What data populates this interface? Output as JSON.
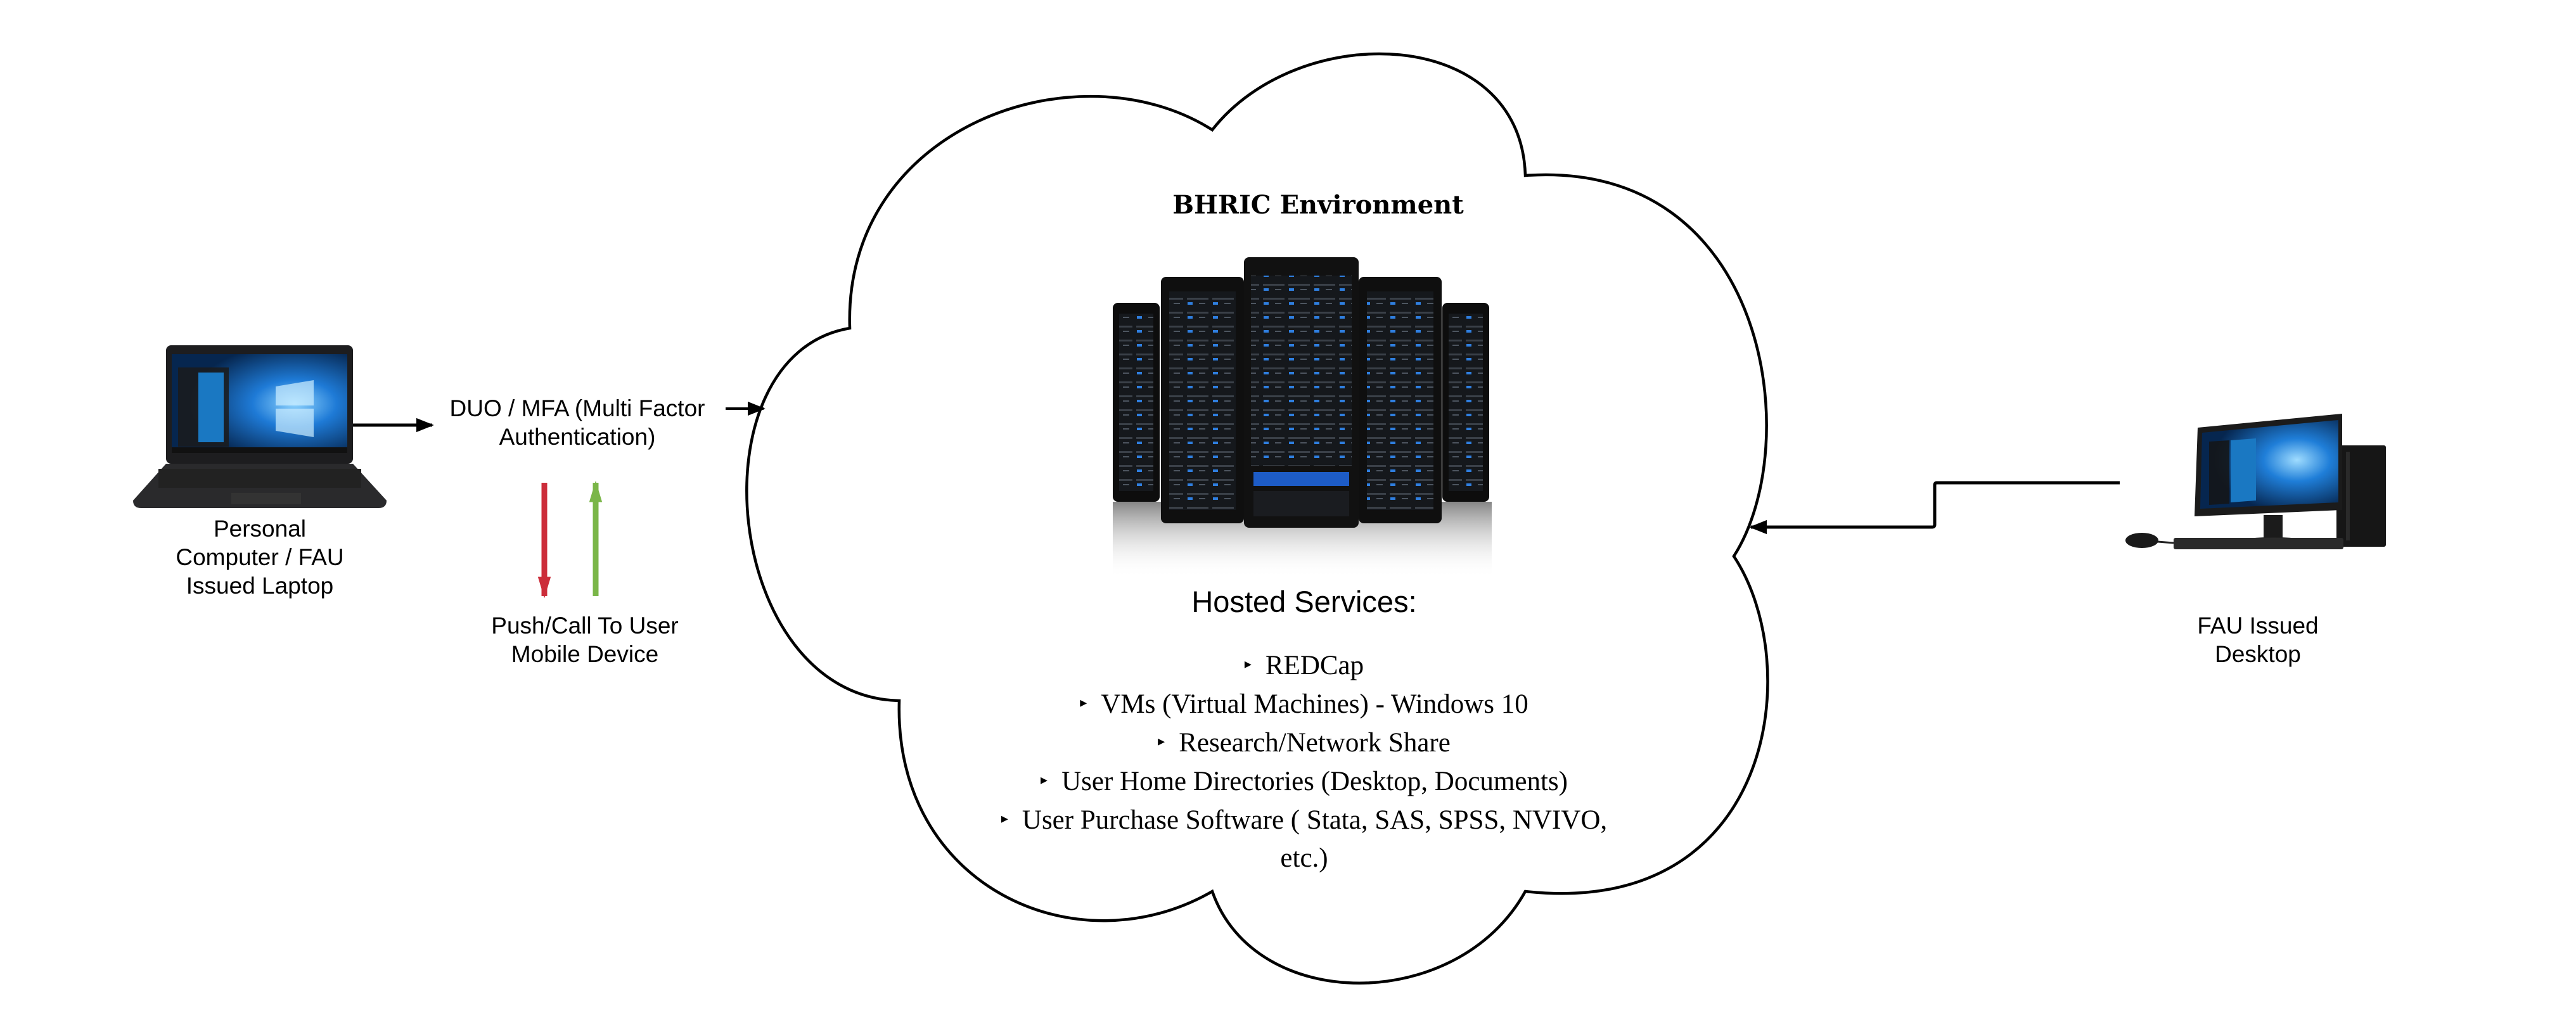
{
  "nodes": {
    "laptop": {
      "label_lines": [
        "Personal",
        "Computer / FAU",
        "Issued Laptop"
      ]
    },
    "mfa": {
      "label_lines": [
        "DUO / MFA (Multi Factor",
        "Authentication)"
      ]
    },
    "mobile": {
      "label_lines": [
        "Push/Call To User",
        "Mobile Device"
      ]
    },
    "desktop": {
      "label_lines": [
        "FAU Issued",
        "Desktop"
      ]
    }
  },
  "environment": {
    "title": "BHRIC Environment",
    "hosted_heading": "Hosted Services:",
    "services": [
      {
        "label": "REDCap"
      },
      {
        "label": "VMs (Virtual Machines) - Windows 10"
      },
      {
        "label": "Research/Network Share"
      },
      {
        "label": "User Home Directories (Desktop,  Documents)"
      },
      {
        "label": "User Purchase Software ( Stata, SAS, SPSS, NVIVO,",
        "label_cont": "etc.)"
      }
    ],
    "bullet_glyph": "▸"
  },
  "colors": {
    "push_arrow": "#cc2d3a",
    "response_arrow": "#7ab648",
    "line": "#000000"
  },
  "icons": [
    "laptop-icon",
    "server-rack-icon",
    "desktop-computer-icon",
    "cloud-shape"
  ]
}
